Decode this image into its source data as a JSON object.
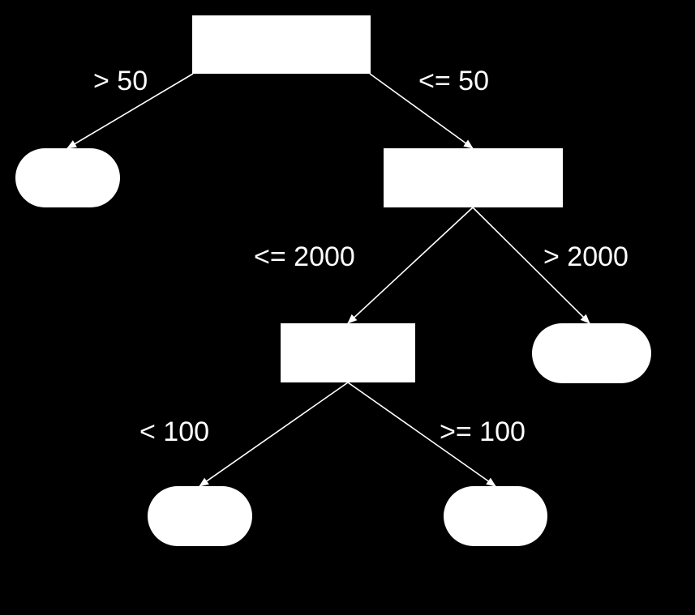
{
  "colors": {
    "background": "#000000",
    "foreground": "#ffffff"
  },
  "nodes": [
    {
      "id": "root",
      "shape": "rect",
      "label": ""
    },
    {
      "id": "leaf_left",
      "shape": "pill",
      "label": ""
    },
    {
      "id": "mid",
      "shape": "rect",
      "label": ""
    },
    {
      "id": "low",
      "shape": "rect",
      "label": ""
    },
    {
      "id": "leaf_right",
      "shape": "pill",
      "label": ""
    },
    {
      "id": "leaf_bottom_left",
      "shape": "pill",
      "label": ""
    },
    {
      "id": "leaf_bottom_right",
      "shape": "pill",
      "label": ""
    }
  ],
  "edges": [
    {
      "from": "root",
      "to": "leaf_left",
      "label": "> 50"
    },
    {
      "from": "root",
      "to": "mid",
      "label": "<= 50"
    },
    {
      "from": "mid",
      "to": "low",
      "label": "<= 2000"
    },
    {
      "from": "mid",
      "to": "leaf_right",
      "label": "> 2000"
    },
    {
      "from": "low",
      "to": "leaf_bottom_left",
      "label": "< 100"
    },
    {
      "from": "low",
      "to": "leaf_bottom_right",
      "label": ">= 100"
    }
  ]
}
